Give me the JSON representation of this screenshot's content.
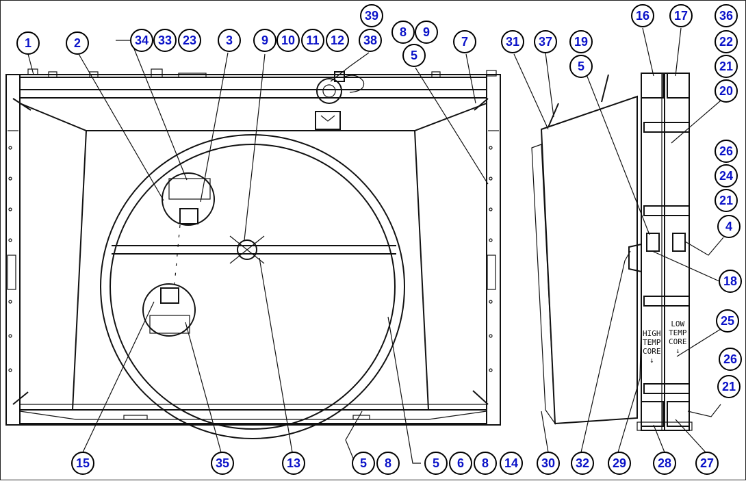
{
  "colors": {
    "callout_text": "#0a12c8",
    "line": "#111111",
    "background": "#ffffff"
  },
  "callouts": {
    "c1": "1",
    "c2": "2",
    "c34": "34",
    "c33": "33",
    "c23": "23",
    "c3": "3",
    "c9a": "9",
    "c10": "10",
    "c11": "11",
    "c12": "12",
    "c38": "38",
    "c39": "39",
    "c8a": "8",
    "c9b": "9",
    "c5a": "5",
    "c7": "7",
    "c31": "31",
    "c37": "37",
    "c19": "19",
    "c5b": "5",
    "c16": "16",
    "c17": "17",
    "c36": "36",
    "c22": "22",
    "c21a": "21",
    "c20": "20",
    "c26a": "26",
    "c24": "24",
    "c21b": "21",
    "c4": "4",
    "c18": "18",
    "c25": "25",
    "c26b": "26",
    "c21c": "21",
    "c15": "15",
    "c35": "35",
    "c13": "13",
    "c5c": "5",
    "c8b": "8",
    "c5d": "5",
    "c6": "6",
    "c8c": "8",
    "c14": "14",
    "c30": "30",
    "c32": "32",
    "c29": "29",
    "c28": "28",
    "c27": "27"
  },
  "labels": {
    "high_temp_core": "HIGH\nTEMP\nCORE\n↓",
    "low_temp_core": "LOW\nTEMP\nCORE\n↓"
  }
}
